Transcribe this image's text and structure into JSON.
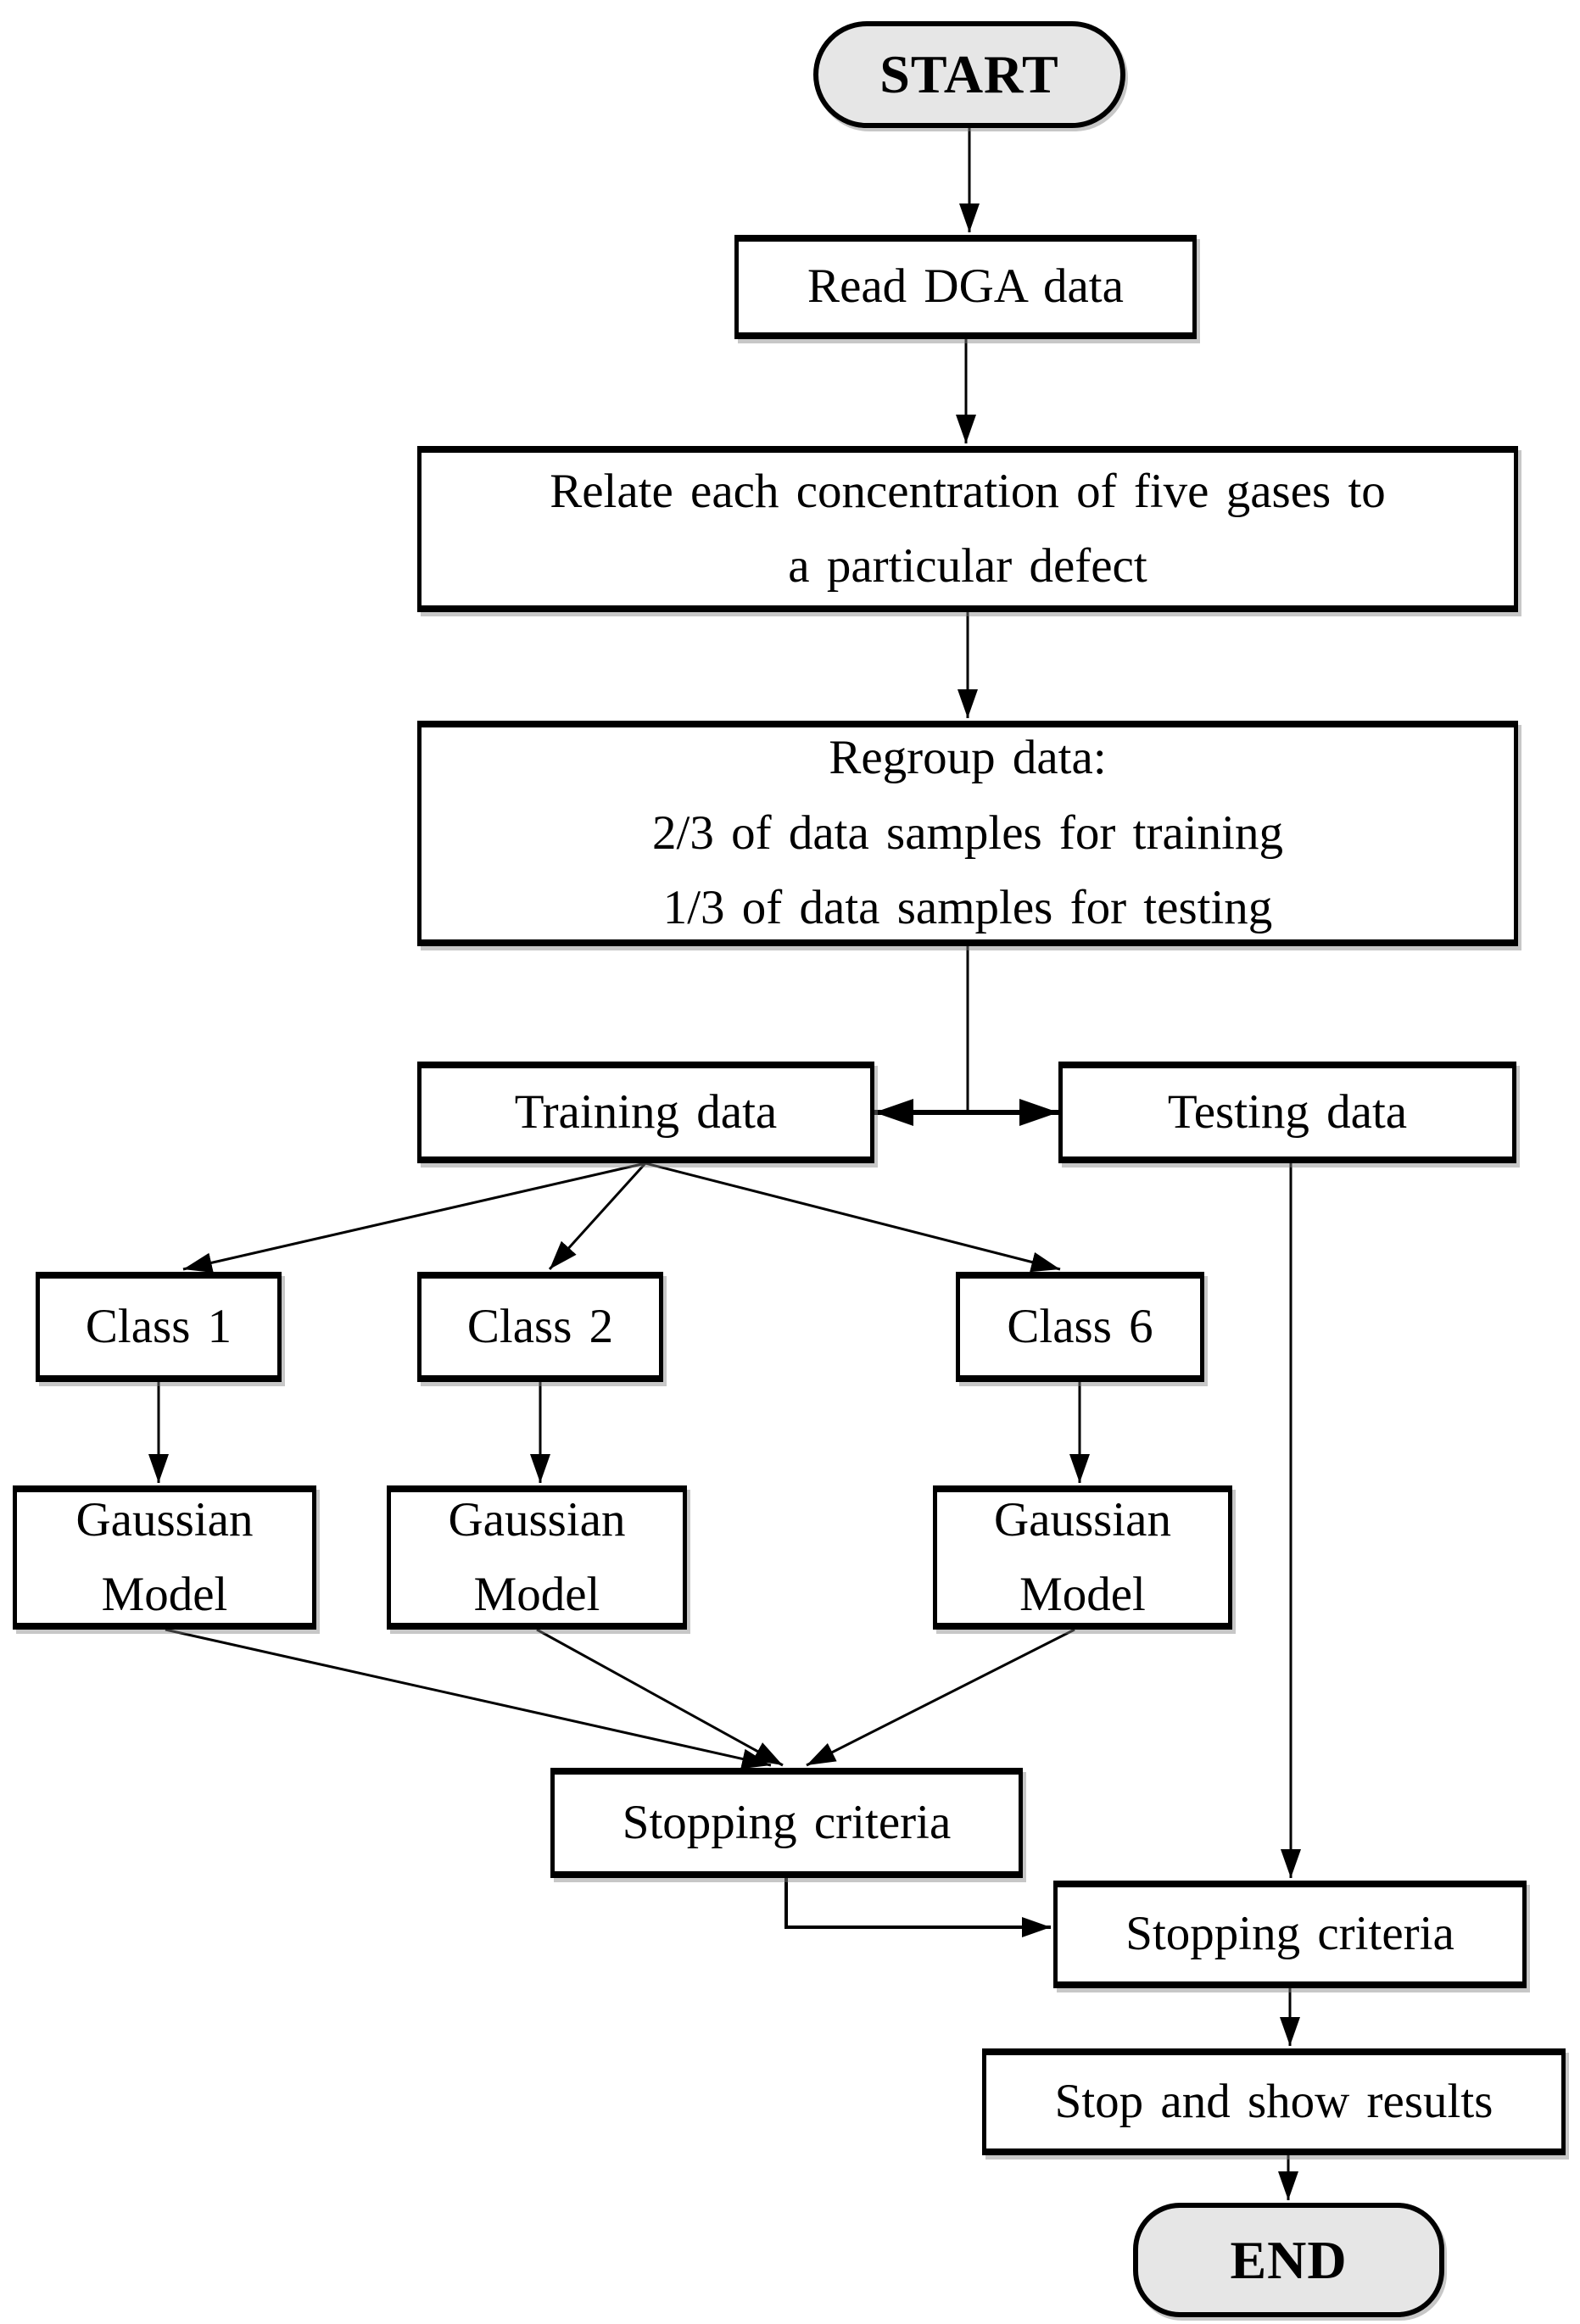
{
  "figure": {
    "type": "flowchart",
    "colors": {
      "background": "#ffffff",
      "line": "#000000",
      "terminal_fill": "#e6e6e6",
      "process_fill": "#ffffff",
      "text": "#000000"
    }
  },
  "nodes": {
    "start": {
      "label": "START"
    },
    "read_dga": {
      "label": "Read DGA data"
    },
    "relate": {
      "lines": [
        "Relate each concentration of five gases to",
        "a particular defect"
      ]
    },
    "regroup": {
      "lines": [
        "Regroup data:",
        "2/3 of data samples for training",
        "1/3 of data samples for testing"
      ]
    },
    "training": {
      "label": "Training data"
    },
    "testing": {
      "label": "Testing data"
    },
    "class_1": {
      "label": "Class 1"
    },
    "class_2": {
      "label": "Class 2"
    },
    "class_6": {
      "label": "Class 6"
    },
    "gaussian": {
      "lines": [
        "Gaussian",
        "Model"
      ]
    },
    "stopping_1": {
      "label": "Stopping criteria"
    },
    "stopping_2": {
      "label": "Stopping criteria"
    },
    "stop_show": {
      "label": "Stop and show results"
    },
    "end": {
      "label": "END"
    }
  }
}
